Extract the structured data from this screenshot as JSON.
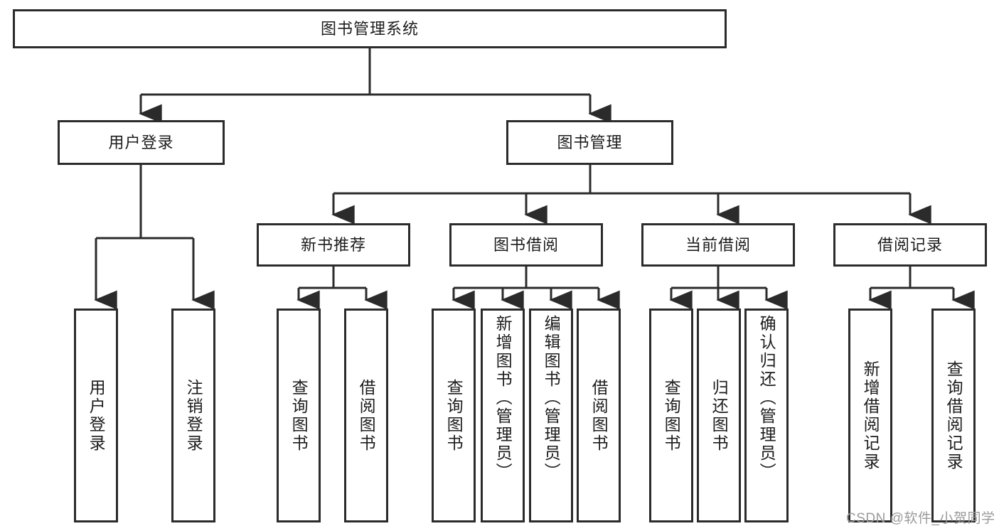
{
  "diagram": {
    "title": "图书管理系统",
    "type": "function-tree",
    "watermark": "CSDN @软件_小贺同学",
    "colors": {
      "stroke": "#2b2b2b",
      "fill": "#ffffff",
      "text": "#1c1c1c",
      "watermark": "#9a9a9a"
    },
    "levels": {
      "root": {
        "label": "图书管理系统"
      },
      "level2": [
        {
          "id": "user-login",
          "label": "用户登录"
        },
        {
          "id": "book-manage",
          "label": "图书管理"
        }
      ],
      "level3": [
        {
          "id": "new-book-recommend",
          "label": "新书推荐"
        },
        {
          "id": "book-borrow",
          "label": "图书借阅"
        },
        {
          "id": "current-borrow",
          "label": "当前借阅"
        },
        {
          "id": "borrow-record",
          "label": "借阅记录"
        }
      ],
      "leaves": {
        "user-login": [
          {
            "id": "leaf-user-login",
            "label": "用户登录"
          },
          {
            "id": "leaf-logout-login",
            "label": "注销登录"
          }
        ],
        "new-book-recommend": [
          {
            "id": "leaf-query-book-1",
            "label": "查询图书"
          },
          {
            "id": "leaf-borrow-book-1",
            "label": "借阅图书"
          }
        ],
        "book-borrow": [
          {
            "id": "leaf-query-book-2",
            "label": "查询图书"
          },
          {
            "id": "leaf-add-book",
            "label": "新增图书（管理员）"
          },
          {
            "id": "leaf-edit-book",
            "label": "编辑图书（管理员）"
          },
          {
            "id": "leaf-borrow-book-2",
            "label": "借阅图书"
          }
        ],
        "current-borrow": [
          {
            "id": "leaf-query-book-3",
            "label": "查询图书"
          },
          {
            "id": "leaf-return-book",
            "label": "归还图书"
          },
          {
            "id": "leaf-confirm-return",
            "label": "确认归还（管理员）"
          }
        ],
        "borrow-record": [
          {
            "id": "leaf-add-record",
            "label": "新增借阅记录"
          },
          {
            "id": "leaf-query-record",
            "label": "查询借阅记录"
          }
        ]
      }
    }
  }
}
